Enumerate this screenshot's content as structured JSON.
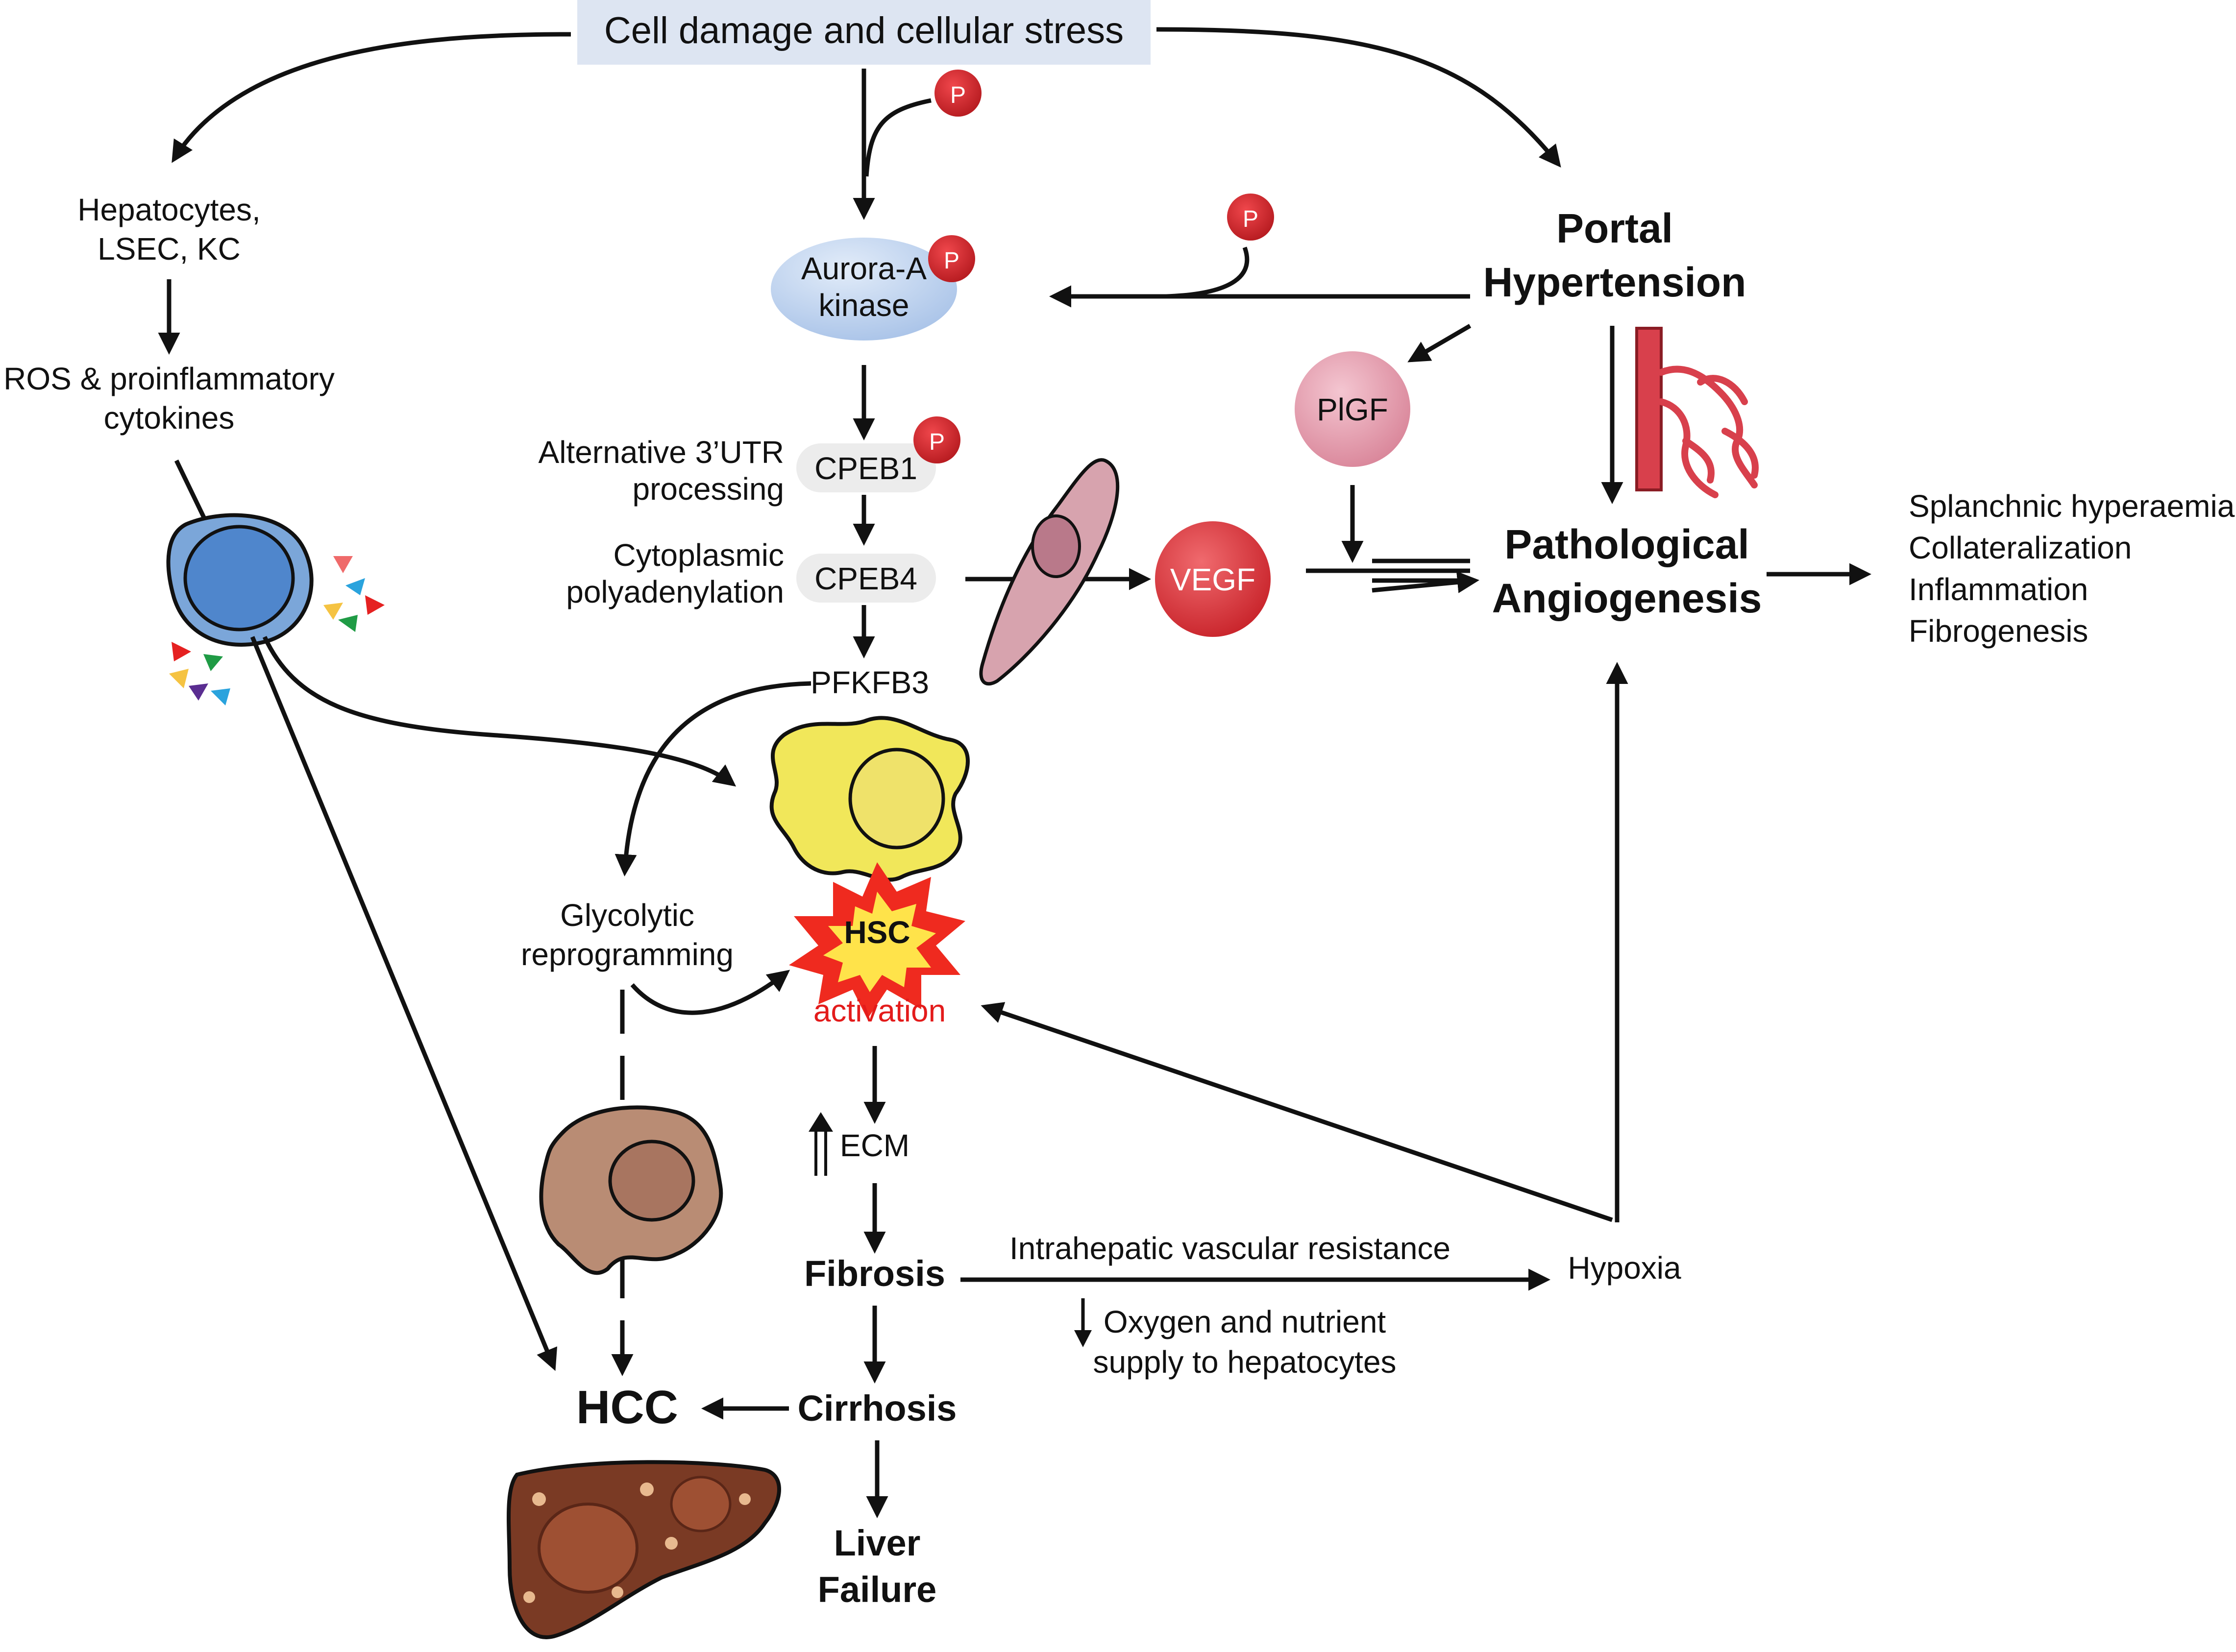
{
  "labels": {
    "top": "Cell damage and cellular stress",
    "hepatocytes_1": "Hepatocytes,",
    "hepatocytes_2": "LSEC, KC",
    "ros_1": "ROS & proinflammatory",
    "ros_2": "cytokines",
    "aurora_1": "Aurora-A",
    "aurora_2": "kinase",
    "alt_utr_1": "Alternative 3’UTR",
    "alt_utr_2": "processing",
    "cpeb1": "CPEB1",
    "cyto_poly_1": "Cytoplasmic",
    "cyto_poly_2": "polyadenylation",
    "cpeb4": "CPEB4",
    "pfkfb3": "PFKFB3",
    "vegf": "VEGF",
    "plgf": "PlGF",
    "portal_1": "Portal",
    "portal_2": "Hypertension",
    "patho_1": "Pathological",
    "patho_2": "Angiogenesis",
    "outcome_1": "Splanchnic hyperaemia",
    "outcome_2": "Collateralization",
    "outcome_3": "Inflammation",
    "outcome_4": "Fibrogenesis",
    "glyco_1": "Glycolytic",
    "glyco_2": "reprogramming",
    "hsc": "HSC",
    "activation": "activation",
    "ecm": "ECM",
    "fibrosis": "Fibrosis",
    "ivr": "Intrahepatic vascular resistance",
    "hypoxia": "Hypoxia",
    "oxygen_1": "Oxygen and nutrient",
    "oxygen_2": "supply to hepatocytes",
    "hcc": "HCC",
    "cirrhosis": "Cirrhosis",
    "failure_1": "Liver",
    "failure_2": "Failure",
    "phospho": "P"
  },
  "colors": {
    "top_box": "#dde5f2",
    "aurora": "#c8d9f0",
    "cpeb_pill": "#ececec",
    "phospho": "#d9252b",
    "vegf": "#e0383d",
    "plgf": "#e9a3b4",
    "hsc_burst": "#ef2a1f",
    "hsc_burst_inner": "#ffe34a",
    "activation_text": "#e31b1b",
    "immune_cell": "#7ba6d9",
    "stellate_cell": "#f1e75a",
    "tumor_cell": "#b98c74",
    "endothelial_cell": "#d7a3ae",
    "vessel": "#d8404c",
    "liver": "#7a3a24"
  },
  "icons": [
    "macrophage-cell-icon",
    "cytokine-triangles-icon",
    "endothelial-cell-icon",
    "stellate-cell-icon",
    "tumor-cell-icon",
    "cirrhotic-liver-icon",
    "blood-vessel-icon",
    "phosphate-icon"
  ]
}
